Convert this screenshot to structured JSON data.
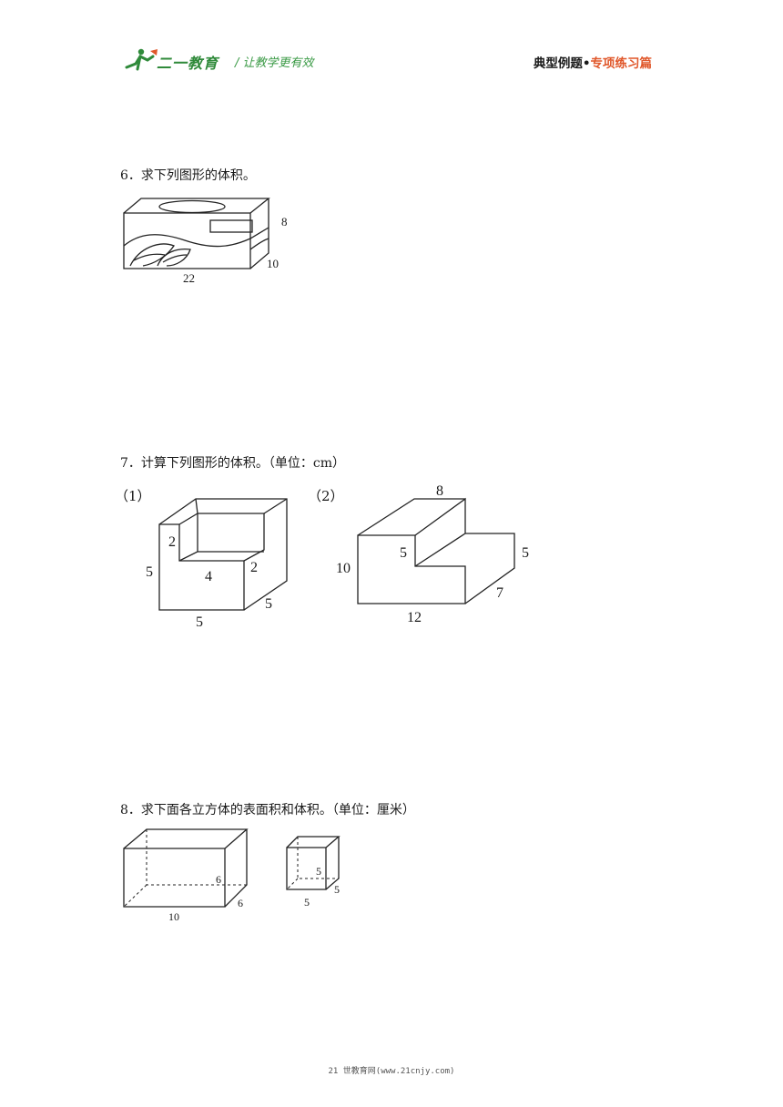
{
  "header": {
    "brand": "二一教育",
    "slogan": "/  让教学更有效",
    "title_black": "典型例题•",
    "title_red": "专项练习篇",
    "colors": {
      "brand_green": "#2f8a3a",
      "accent_red": "#e0572a"
    }
  },
  "questions": [
    {
      "text": "6．求下列图形的体积。",
      "figure_labels": {
        "height": "8",
        "depth": "10",
        "length": "22"
      }
    },
    {
      "text": "7．计算下列图形的体积。（单位：cm）",
      "figures": [
        {
          "label": "（1）",
          "dims": [
            "2",
            "5",
            "4",
            "2",
            "5",
            "5"
          ]
        },
        {
          "label": "（2）",
          "dims": [
            "8",
            "5",
            "5",
            "10",
            "7",
            "12"
          ]
        }
      ]
    },
    {
      "text": "8．求下面各立方体的表面积和体积。（单位：厘米）",
      "figures": [
        {
          "dims": [
            "6",
            "6",
            "10"
          ]
        },
        {
          "dims": [
            "5",
            "5",
            "5"
          ]
        }
      ]
    }
  ],
  "footer": "21 世教育网(www.21cnjy.com)"
}
